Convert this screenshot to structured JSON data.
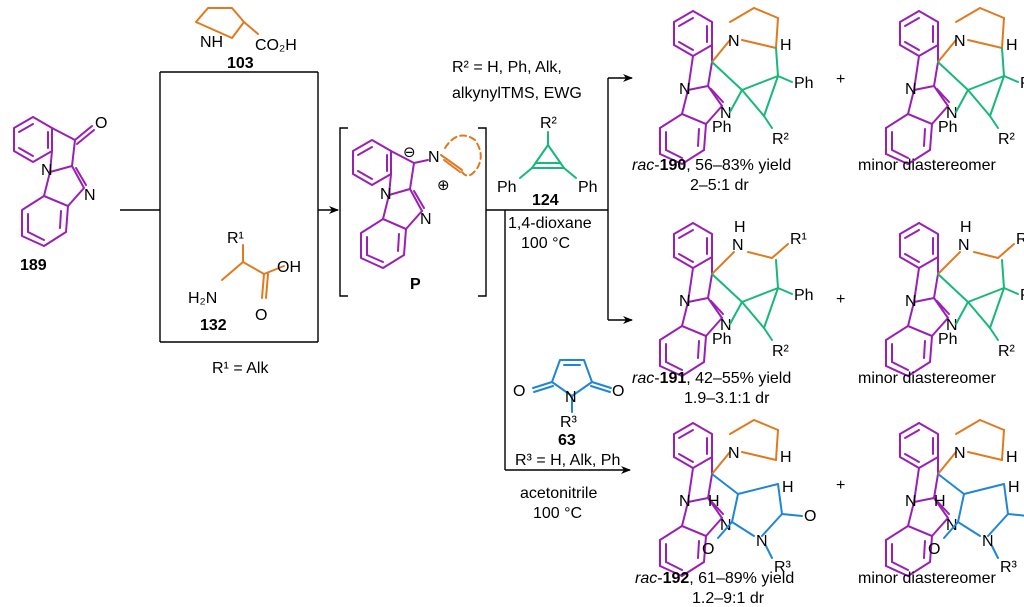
{
  "colors": {
    "purple": "#9a1fb5",
    "orange": "#e07a1f",
    "green": "#17b87a",
    "blue": "#1f86d6",
    "black": "#000000"
  },
  "compounds": {
    "c189": {
      "label": "189",
      "o": "O",
      "n": "N",
      "n2": "N"
    },
    "c103": {
      "label": "103",
      "nh": "NH",
      "acid": "CO₂H"
    },
    "c132": {
      "label": "132",
      "r1": "R¹",
      "h2n": "H₂N",
      "oh": "OH",
      "o": "O"
    },
    "P": {
      "label": "P",
      "minus": "⊖",
      "plus": "⊕",
      "n": "N",
      "n2": "N",
      "n3": "N"
    },
    "c124": {
      "label": "124",
      "r2": "R²",
      "ph_left": "Ph",
      "ph_right": "Ph"
    },
    "c63": {
      "label": "63",
      "o_left": "O",
      "o_right": "O",
      "n": "N",
      "r3": "R³"
    },
    "c190": {
      "prefix": "rac",
      "label": "190",
      "yield": ", 56–83% yield",
      "dr": "2–5:1 dr",
      "h": "H",
      "ph1": "Ph",
      "ph2": "Ph",
      "r2": "R²",
      "n": "N"
    },
    "c191": {
      "prefix": "rac",
      "label": "191",
      "yield": ", 42–55% yield",
      "dr": "1.9–3.1:1 dr",
      "nh": "H",
      "n": "N",
      "r1": "R¹",
      "ph1": "Ph",
      "ph2": "Ph",
      "r2": "R²"
    },
    "c192": {
      "prefix": "rac",
      "label": "192",
      "yield": ", 61–89% yield",
      "dr": "1.2–9:1 dr",
      "h": "H",
      "o": "O",
      "n": "N",
      "r3": "R³"
    }
  },
  "conditions": {
    "r1_def": "R¹ = Alk",
    "r2_def_1": "R² = H, Ph, Alk,",
    "r2_def_2": "alkynylTMS, EWG",
    "solvent_1": "1,4-dioxane",
    "temp_1": "100 °C",
    "r3_def": "R³ = H, Alk, Ph",
    "solvent_2": "acetonitrile",
    "temp_2": "100 °C"
  },
  "misc": {
    "plus": "+",
    "minor": "minor diastereomer"
  }
}
